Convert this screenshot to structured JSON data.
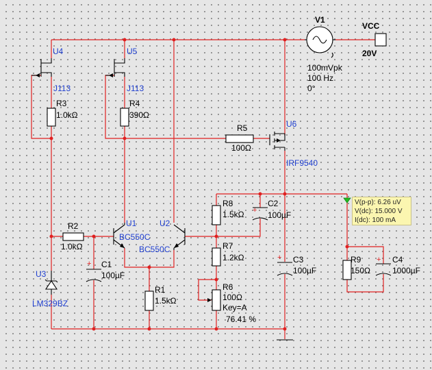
{
  "V1": {
    "ref": "V1",
    "amplitude": "100mVpk",
    "frequency": "100 Hz",
    "phase": "0°"
  },
  "VCC": {
    "ref": "VCC",
    "value": "20V"
  },
  "U4": {
    "ref": "U4",
    "part": "J113"
  },
  "U5": {
    "ref": "U5",
    "part": "J113"
  },
  "U6": {
    "ref": "U6",
    "part": "IRF9540"
  },
  "U1": {
    "ref": "U1",
    "part": "BC550C"
  },
  "U2": {
    "ref": "U2",
    "part": "BC550C"
  },
  "U3": {
    "ref": "U3",
    "part": "LM329BZ"
  },
  "R1": {
    "ref": "R1",
    "value": "1.5kΩ"
  },
  "R2": {
    "ref": "R2",
    "value": "1.0kΩ"
  },
  "R3": {
    "ref": "R3",
    "value": "1.0kΩ"
  },
  "R4": {
    "ref": "R4",
    "value": "390Ω"
  },
  "R5": {
    "ref": "R5",
    "value": "100Ω"
  },
  "R6": {
    "ref": "R6",
    "value": "100Ω",
    "key": "Key=A",
    "setting": "76.41 %"
  },
  "R7": {
    "ref": "R7",
    "value": "1.2kΩ"
  },
  "R8": {
    "ref": "R8",
    "value": "1.5kΩ"
  },
  "R9": {
    "ref": "R9",
    "value": "150Ω"
  },
  "C1": {
    "ref": "C1",
    "value": "100µF"
  },
  "C2": {
    "ref": "C2",
    "value": "100µF"
  },
  "C3": {
    "ref": "C3",
    "value": "100µF"
  },
  "C4": {
    "ref": "C4",
    "value": "1000µF"
  },
  "probe": {
    "vpp": "V(p-p): 6.26 uV",
    "vdc": "V(dc): 15.000 V",
    "idc": "I(dc): 100 mA"
  },
  "colors": {
    "wire": "#e02020",
    "label_blue": "#1f3fd0",
    "probe_bg": "#fbf6b0",
    "probe_marker": "#22bb22"
  }
}
